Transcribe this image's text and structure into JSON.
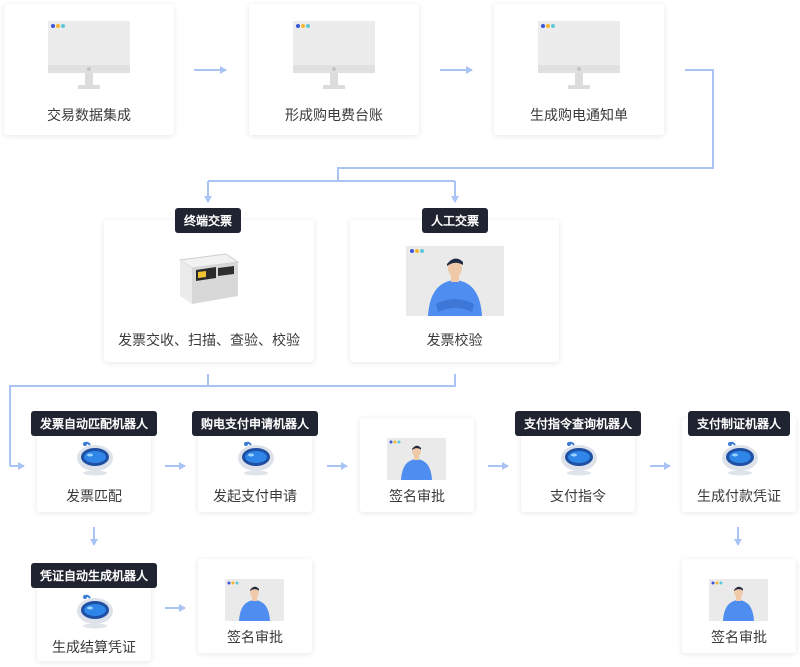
{
  "colors": {
    "connector": "#a9c3f5",
    "tag_bg": "#1f2430",
    "person_shirt": "#4f8ef0"
  },
  "row1": {
    "transaction": "交易数据集成",
    "ledger": "形成购电费台账",
    "notice": "生成购电通知单"
  },
  "row2": {
    "terminal_tag": "终端交票",
    "terminal_label": "发票交收、扫描、查验、校验",
    "manual_tag": "人工交票",
    "manual_label": "发票校验"
  },
  "row3": {
    "match_tag": "发票自动匹配机器人",
    "match_label": "发票匹配",
    "apply_tag": "购电支付申请机器人",
    "apply_label": "发起支付申请",
    "sign_label": "签名审批",
    "query_tag": "支付指令查询机器人",
    "query_label": "支付指令",
    "voucher_tag": "支付制证机器人",
    "voucher_label": "生成付款凭证"
  },
  "row4": {
    "settle_tag": "凭证自动生成机器人",
    "settle_label": "生成结算凭证",
    "sign_label": "签名审批",
    "right_sign_label": "签名审批"
  },
  "icons": [
    "monitor-icon",
    "invoice-printer-icon",
    "person-icon",
    "robot-icon"
  ]
}
